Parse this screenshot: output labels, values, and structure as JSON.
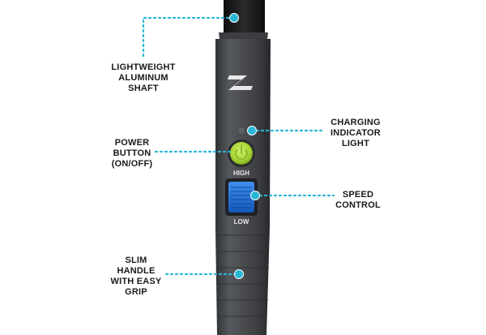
{
  "colors": {
    "leader": "#29b6d6",
    "handle": "#4a4c4f",
    "power_button": "#a6d634",
    "speed_slider": "#1e6fd6"
  },
  "device": {
    "logo_icon": "swoosh-logo-icon",
    "high_label": "HIGH",
    "low_label": "LOW"
  },
  "callouts": {
    "shaft": "LIGHTWEIGHT\nALUMINUM\nSHAFT",
    "charging": "CHARGING\nINDICATOR\nLIGHT",
    "power": "POWER\nBUTTON\n(ON/OFF)",
    "speed": "SPEED\nCONTROL",
    "handle": "SLIM\nHANDLE\nWITH EASY\nGRIP"
  }
}
